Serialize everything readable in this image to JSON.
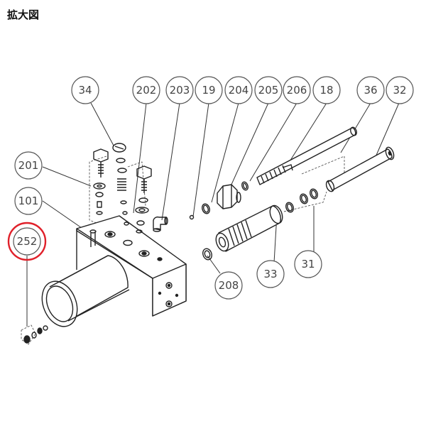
{
  "header": {
    "title": "拡大図"
  },
  "highlight_color": "#e0202a",
  "callouts": {
    "c34": "34",
    "c202": "202",
    "c203": "203",
    "c19": "19",
    "c204": "204",
    "c205": "205",
    "c206": "206",
    "c18": "18",
    "c36": "36",
    "c32": "32",
    "c201": "201",
    "c101": "101",
    "c252": "252",
    "c208": "208",
    "c33": "33",
    "c31": "31"
  }
}
